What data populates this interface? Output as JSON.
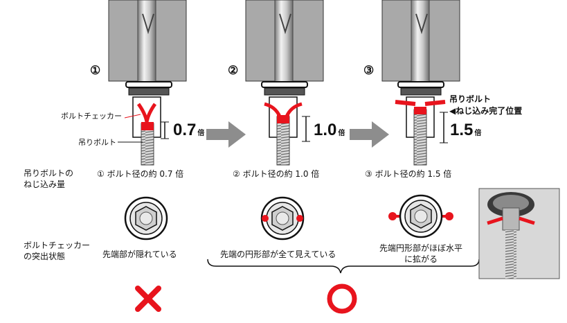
{
  "steps": [
    {
      "num": "①",
      "measure": "0.7",
      "unit": "倍",
      "caption": "① ボルト径の約 0.7 倍",
      "state": "先端部が隠れている"
    },
    {
      "num": "②",
      "measure": "1.0",
      "unit": "倍",
      "caption": "② ボルト径の約 1.0 倍",
      "state": "先端の円形部が全て見えている"
    },
    {
      "num": "③",
      "measure": "1.5",
      "unit": "倍",
      "caption": "③ ボルト径の約 1.5 倍",
      "state_line1": "先端円形部がほぼ水平",
      "state_line2": "に拡がる"
    }
  ],
  "labels": {
    "bolt_checker": "ボルトチェッカー",
    "hanging_bolt": "吊りボルト",
    "screw_amount_line1": "吊りボルトの",
    "screw_amount_line2": "ねじ込み量",
    "protrusion_line1": "ボルトチェッカー",
    "protrusion_line2": "の突出状態",
    "annot_line1": "吊りボルト",
    "annot_line2": "◀ねじ込み完了位置"
  },
  "results": {
    "bad": "✕",
    "good": "○"
  },
  "colors": {
    "red": "#e8141d",
    "concrete": "#a9a9a9",
    "arrow": "#8d8d8d"
  }
}
